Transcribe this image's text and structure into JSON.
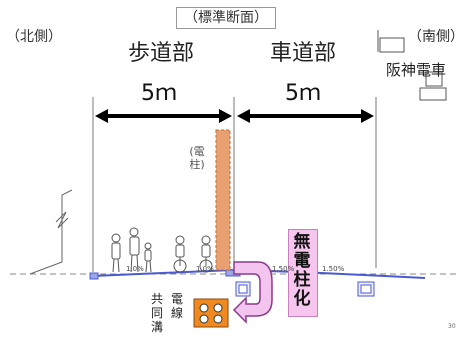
{
  "header": {
    "title": "（標準断面）",
    "north_label": "（北側）",
    "south_label": "（南側）"
  },
  "sections": {
    "sidewalk": "歩道部",
    "roadway": "車道部"
  },
  "dimensions": {
    "sidewalk_width": "5ｍ",
    "roadway_width": "5ｍ"
  },
  "labels": {
    "hanshin": "阪神電車",
    "pole": "(電柱)",
    "conduit_a": "共同溝",
    "conduit_b": "電線",
    "undergrounding": "無電柱化",
    "slope_left": "1.0%",
    "slope_mid": "1.0%",
    "slope_right_a": "1.50%",
    "slope_right_b": "1.50%",
    "page_number": "30"
  },
  "colors": {
    "pole_fill": "#e8a070",
    "pole_stroke": "#c06a38",
    "arrow_fill": "#f3c4ee",
    "arrow_stroke": "#8a3a8a",
    "conduit_fill": "#f08a20",
    "ground": "#5b6fd6"
  }
}
